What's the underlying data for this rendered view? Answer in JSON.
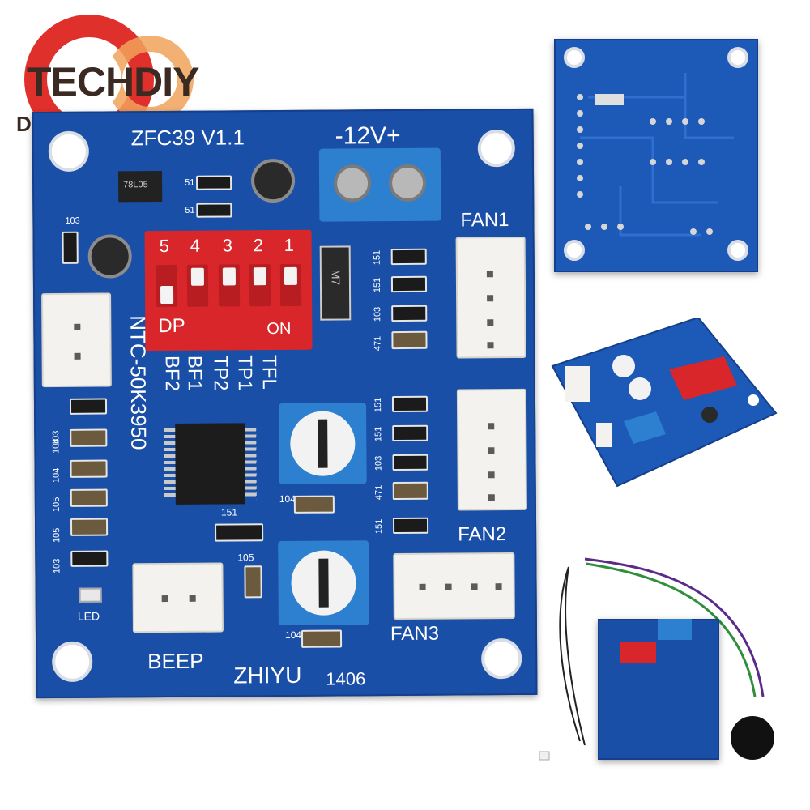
{
  "logo": {
    "brand_text": "TECHDIY",
    "sub_text": "DMYOND",
    "colors": {
      "red": "#e0302b",
      "orange": "#f1a25b",
      "brown": "#3b2a22"
    }
  },
  "board": {
    "title": "ZFC39  V1.1",
    "power_label": "-12V+",
    "fan_labels": [
      "FAN1",
      "FAN2",
      "FAN3"
    ],
    "beep_label": "BEEP",
    "maker_label": "ZHIYU",
    "maker_code": "1406",
    "led_label": "LED",
    "ntc_label": "NTC-50K3950",
    "dip_numbers": [
      "5",
      "4",
      "3",
      "2",
      "1"
    ],
    "dip_dp": "DP",
    "dip_on": "ON",
    "dip_functions": [
      "BF2",
      "BF1",
      "TP2",
      "TP1",
      "TFL"
    ],
    "reg_text": "78L05",
    "diode_text": "M7",
    "resistor_codes_left": [
      "103",
      "104",
      "104",
      "105",
      "105",
      "103"
    ],
    "resistor_code_top": "103",
    "right_codes": [
      "151",
      "151",
      "103",
      "471",
      "151",
      "151",
      "103",
      "471",
      "151"
    ],
    "small_codes": [
      "51",
      "51",
      "151",
      "105",
      "104",
      "104"
    ],
    "colors": {
      "pcb": "#1a4fa8",
      "silk": "#ffffff",
      "dip": "#d8262a",
      "terminal": "#2d7fd0"
    }
  }
}
